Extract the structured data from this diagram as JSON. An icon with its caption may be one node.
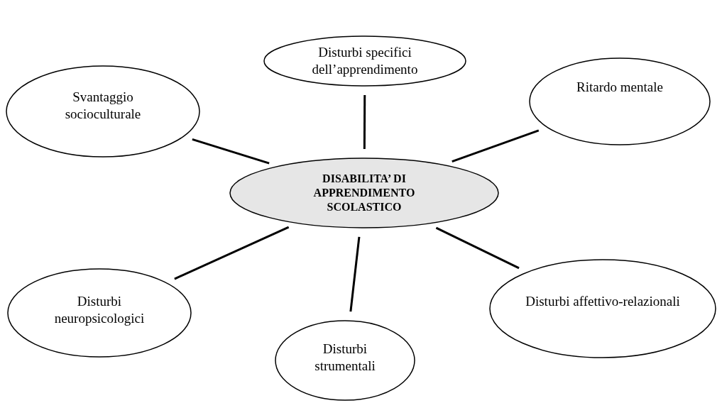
{
  "diagram": {
    "nodes": [
      {
        "text": [
          "DISABILITA’ DI APPRENDIMENTO SCOLASTICO"
        ]
      },
      {
        "text": [
          "Disturbi specifici dell’apprendimento"
        ]
      },
      {
        "text": [
          "Ritardo mentale"
        ]
      },
      {
        "text": [
          "Disturbi affettivo-relazionali"
        ]
      },
      {
        "text": [
          "Disturbi strumentali"
        ]
      },
      {
        "text": [
          "Disturbi neuropsicologici"
        ]
      },
      {
        "text": [
          "Svantaggio socioculturale"
        ]
      }
    ],
    "edges": [
      {
        "from": 0,
        "to": 1,
        "arrow": "none"
      },
      {
        "from": 0,
        "to": 2,
        "arrow": "none"
      },
      {
        "from": 0,
        "to": 3,
        "arrow": "none"
      },
      {
        "from": 0,
        "to": 4,
        "arrow": "none"
      },
      {
        "from": 0,
        "to": 5,
        "arrow": "none"
      },
      {
        "from": 0,
        "to": 6,
        "arrow": "none"
      }
    ]
  }
}
